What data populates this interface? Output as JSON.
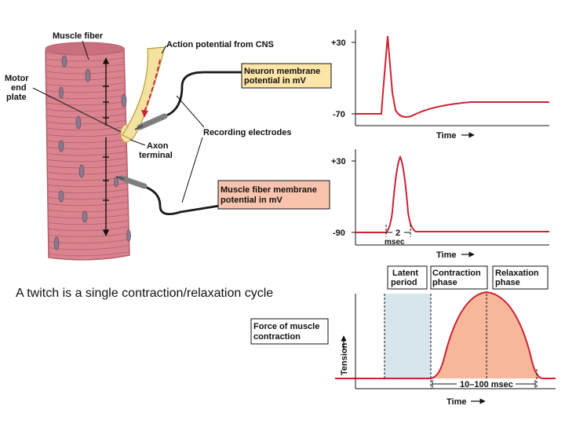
{
  "labels": {
    "muscle_fiber": "Muscle fiber",
    "action_potential": "Action potential from CNS",
    "motor_end_plate": [
      "Motor",
      "end",
      "plate"
    ],
    "neuron_box": [
      "Neuron membrane",
      "potential in mV"
    ],
    "recording_electrodes": "Recording electrodes",
    "axon_terminal": [
      "Axon",
      "terminal"
    ],
    "muscle_box": [
      "Muscle fiber membrane",
      "potential in mV"
    ],
    "force_box": [
      "Force of muscle",
      "contraction"
    ]
  },
  "caption": "A twitch is a single contraction/relaxation cycle",
  "graph1": {
    "y_top": "+30",
    "y_bottom": "-70",
    "xlabel": "Time"
  },
  "graph2": {
    "y_top": "+30",
    "y_bottom": "-90",
    "xlabel": "Time",
    "scale_value": "2",
    "scale_unit": "msec"
  },
  "graph3": {
    "ylabel": "Tension",
    "xlabel": "Time",
    "duration_label": "10–100 msec",
    "phases": {
      "latent": [
        "Latent",
        "period"
      ],
      "contraction": [
        "Contraction",
        "phase"
      ],
      "relaxation": [
        "Relaxation",
        "phase"
      ]
    }
  },
  "colors": {
    "muscle": "#d9848f",
    "muscle_dark": "#b55f6c",
    "trace": "#cc2233",
    "neuron_box": "#fde5a8",
    "muscle_box": "#f9c4ad",
    "latent_fill": "#d6e6ec",
    "tension_fill": "#f6b79b"
  }
}
